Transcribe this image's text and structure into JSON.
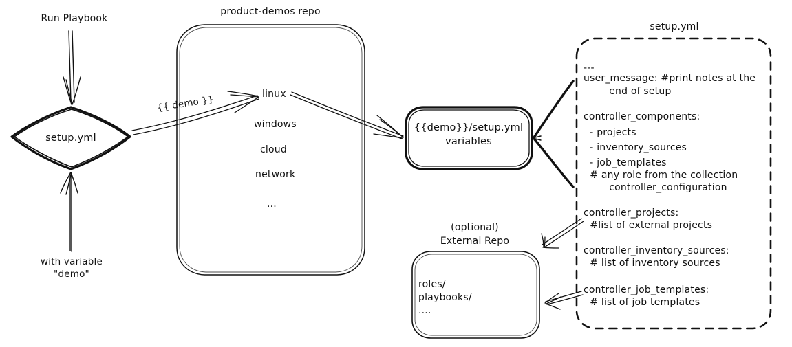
{
  "diagram": {
    "title_alt": "Ansible product-demos setup.yml flow",
    "stroke_color": "#111111",
    "background": "#ffffff"
  },
  "nodes": {
    "run_playbook": {
      "label": "Run Playbook"
    },
    "with_variable": {
      "line1": "with variable",
      "line2": "\"demo\""
    },
    "setup_diamond": {
      "label": "setup.yml"
    },
    "repo": {
      "title": "product-demos repo",
      "items": [
        "linux",
        "windows",
        "cloud",
        "network",
        "..."
      ]
    },
    "demo_vars": {
      "line1": "{{demo}}/setup.yml",
      "line2": "variables"
    },
    "external_repo": {
      "title_line1": "(optional)",
      "title_line2": "External Repo",
      "items": [
        "roles/",
        "playbooks/",
        "...."
      ]
    },
    "setup_yml_file": {
      "title": "setup.yml",
      "lines": [
        "---",
        "user_message: #print notes at the",
        "        end of setup",
        "",
        "controller_components:",
        "  - projects",
        "  - inventory_sources",
        "  - job_templates",
        "  # any role from the collection",
        "        controller_configuration",
        "",
        "controller_projects:",
        "  #list of external projects",
        "",
        "controller_inventory_sources:",
        "  # list of inventory sources",
        "",
        "controller_job_templates:",
        "  # list of job templates"
      ]
    }
  },
  "edges": {
    "demo_var_label": "{{ demo }}"
  }
}
